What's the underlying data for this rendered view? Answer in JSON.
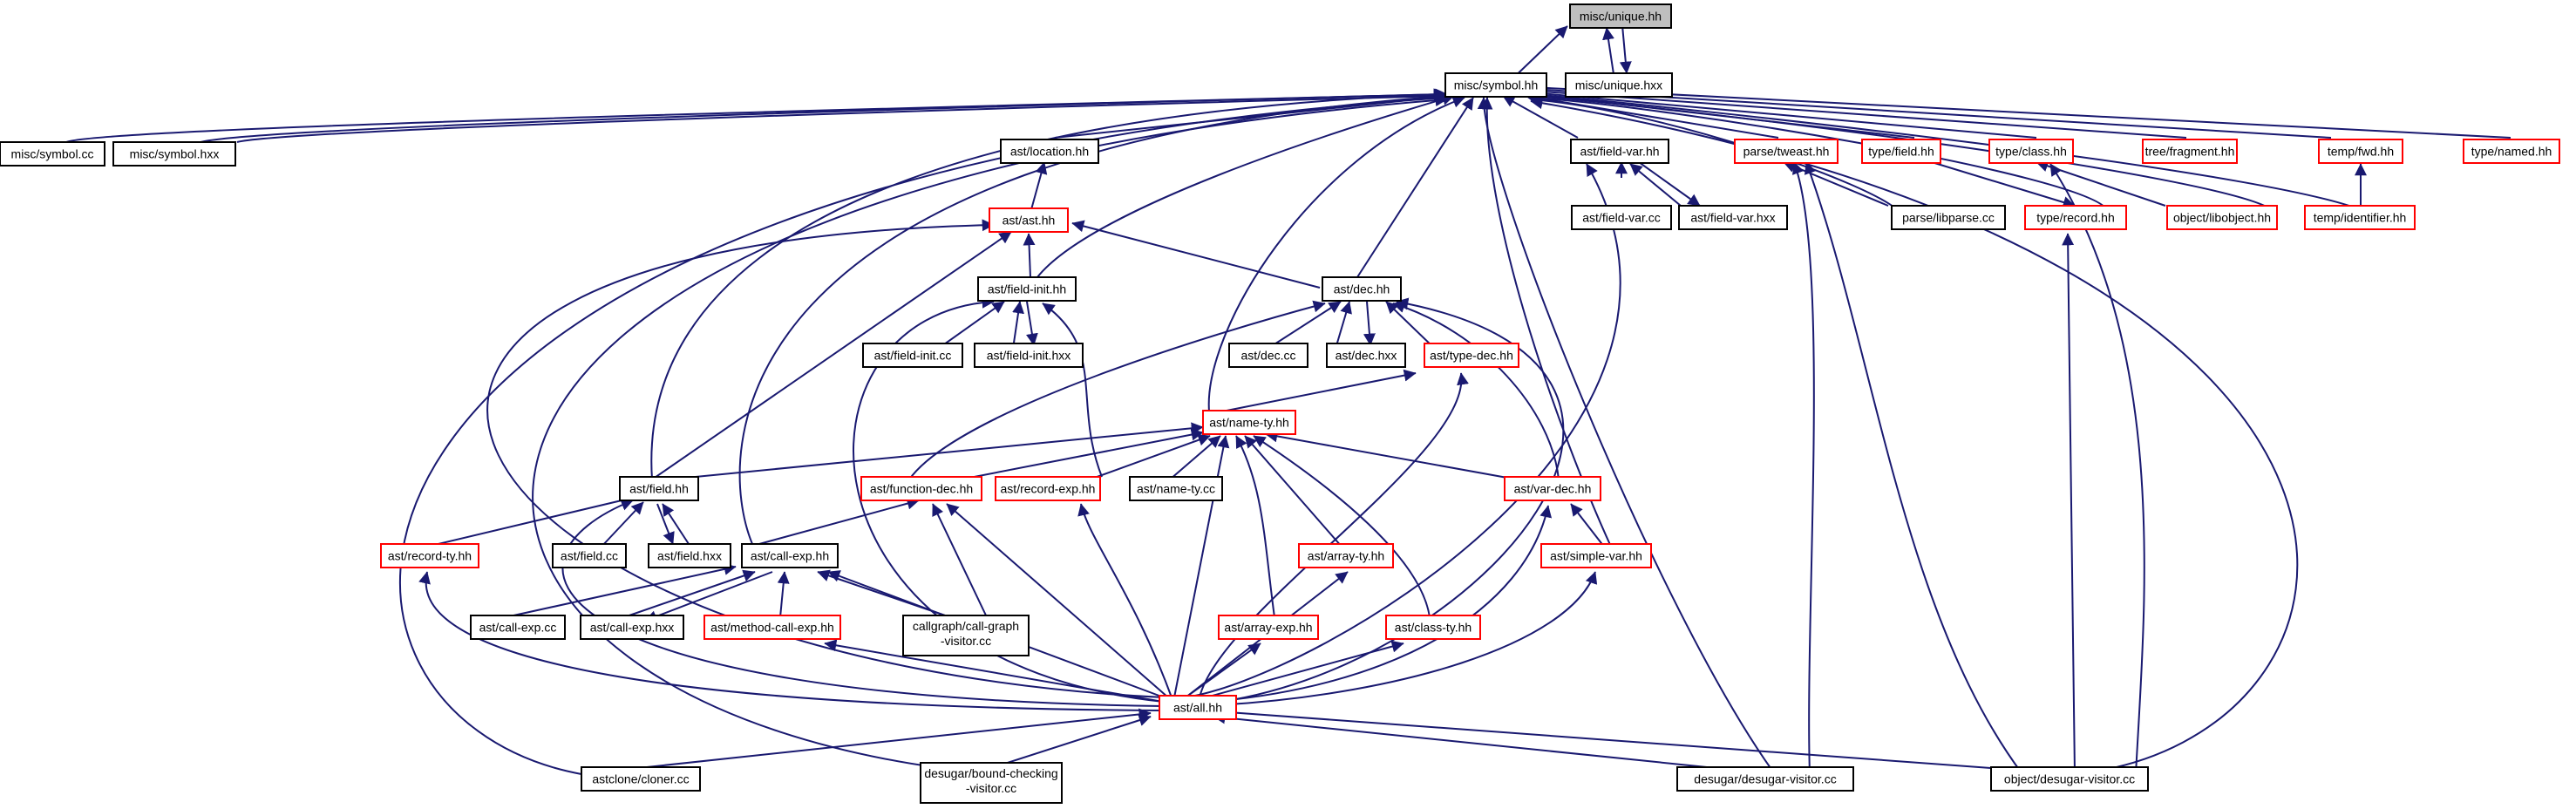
{
  "colors": {
    "edge": "#191970",
    "complete_border": "#000000",
    "truncated_border": "#ff0000",
    "focus_fill": "#bfbfbf",
    "node_fill": "#ffffff"
  },
  "nodes": [
    {
      "id": "unique_hh",
      "label": "misc/unique.hh",
      "kind": "focus"
    },
    {
      "id": "symbol_hh",
      "label": "misc/symbol.hh",
      "kind": "complete"
    },
    {
      "id": "unique_hxx",
      "label": "misc/unique.hxx",
      "kind": "complete"
    },
    {
      "id": "symbol_cc",
      "label": "misc/symbol.cc",
      "kind": "complete"
    },
    {
      "id": "symbol_hxx",
      "label": "misc/symbol.hxx",
      "kind": "complete"
    },
    {
      "id": "location_hh",
      "label": "ast/location.hh",
      "kind": "complete"
    },
    {
      "id": "ast_hh",
      "label": "ast/ast.hh",
      "kind": "truncated"
    },
    {
      "id": "field_var_hh",
      "label": "ast/field-var.hh",
      "kind": "complete"
    },
    {
      "id": "field_var_cc",
      "label": "ast/field-var.cc",
      "kind": "complete"
    },
    {
      "id": "field_var_hxx",
      "label": "ast/field-var.hxx",
      "kind": "complete"
    },
    {
      "id": "tweast_hh",
      "label": "parse/tweast.hh",
      "kind": "truncated"
    },
    {
      "id": "libparse_cc",
      "label": "parse/libparse.cc",
      "kind": "complete"
    },
    {
      "id": "type_field_hh",
      "label": "type/field.hh",
      "kind": "truncated"
    },
    {
      "id": "type_class_hh",
      "label": "type/class.hh",
      "kind": "truncated"
    },
    {
      "id": "type_record_hh",
      "label": "type/record.hh",
      "kind": "truncated"
    },
    {
      "id": "libobject_hh",
      "label": "object/libobject.hh",
      "kind": "truncated"
    },
    {
      "id": "fragment_hh",
      "label": "tree/fragment.hh",
      "kind": "truncated"
    },
    {
      "id": "fwd_hh",
      "label": "temp/fwd.hh",
      "kind": "truncated"
    },
    {
      "id": "identifier_hh",
      "label": "temp/identifier.hh",
      "kind": "truncated"
    },
    {
      "id": "named_hh",
      "label": "type/named.hh",
      "kind": "truncated"
    },
    {
      "id": "field_init_hh",
      "label": "ast/field-init.hh",
      "kind": "complete"
    },
    {
      "id": "field_init_cc",
      "label": "ast/field-init.cc",
      "kind": "complete"
    },
    {
      "id": "field_init_hxx",
      "label": "ast/field-init.hxx",
      "kind": "complete"
    },
    {
      "id": "dec_hh",
      "label": "ast/dec.hh",
      "kind": "complete"
    },
    {
      "id": "dec_cc",
      "label": "ast/dec.cc",
      "kind": "complete"
    },
    {
      "id": "dec_hxx",
      "label": "ast/dec.hxx",
      "kind": "complete"
    },
    {
      "id": "type_dec_hh",
      "label": "ast/type-dec.hh",
      "kind": "truncated"
    },
    {
      "id": "name_ty_hh",
      "label": "ast/name-ty.hh",
      "kind": "truncated"
    },
    {
      "id": "field_hh",
      "label": "ast/field.hh",
      "kind": "complete"
    },
    {
      "id": "function_dec_hh",
      "label": "ast/function-dec.hh",
      "kind": "truncated"
    },
    {
      "id": "record_exp_hh",
      "label": "ast/record-exp.hh",
      "kind": "truncated"
    },
    {
      "id": "name_ty_cc",
      "label": "ast/name-ty.cc",
      "kind": "complete"
    },
    {
      "id": "var_dec_hh",
      "label": "ast/var-dec.hh",
      "kind": "truncated"
    },
    {
      "id": "record_ty_hh",
      "label": "ast/record-ty.hh",
      "kind": "truncated"
    },
    {
      "id": "field_cc",
      "label": "ast/field.cc",
      "kind": "complete"
    },
    {
      "id": "field_hxx",
      "label": "ast/field.hxx",
      "kind": "complete"
    },
    {
      "id": "call_exp_hh",
      "label": "ast/call-exp.hh",
      "kind": "complete"
    },
    {
      "id": "simple_var_hh",
      "label": "ast/simple-var.hh",
      "kind": "truncated"
    },
    {
      "id": "array_ty_hh",
      "label": "ast/array-ty.hh",
      "kind": "truncated"
    },
    {
      "id": "call_exp_cc",
      "label": "ast/call-exp.cc",
      "kind": "complete"
    },
    {
      "id": "call_exp_hxx",
      "label": "ast/call-exp.hxx",
      "kind": "complete"
    },
    {
      "id": "method_call_exp_hh",
      "label": "ast/method-call-exp.hh",
      "kind": "truncated"
    },
    {
      "id": "call_graph_cc",
      "label": "callgraph/call-graph",
      "label2": "-visitor.cc",
      "kind": "complete"
    },
    {
      "id": "array_exp_hh",
      "label": "ast/array-exp.hh",
      "kind": "truncated"
    },
    {
      "id": "class_ty_hh",
      "label": "ast/class-ty.hh",
      "kind": "truncated"
    },
    {
      "id": "all_hh",
      "label": "ast/all.hh",
      "kind": "truncated"
    },
    {
      "id": "cloner_cc",
      "label": "astclone/cloner.cc",
      "kind": "complete"
    },
    {
      "id": "bound_checking_cc",
      "label": "desugar/bound-checking",
      "label2": "-visitor.cc",
      "kind": "complete"
    },
    {
      "id": "desugar_visitor_cc",
      "label": "desugar/desugar-visitor.cc",
      "kind": "complete"
    },
    {
      "id": "object_desugar_visitor_cc",
      "label": "object/desugar-visitor.cc",
      "kind": "complete"
    }
  ]
}
